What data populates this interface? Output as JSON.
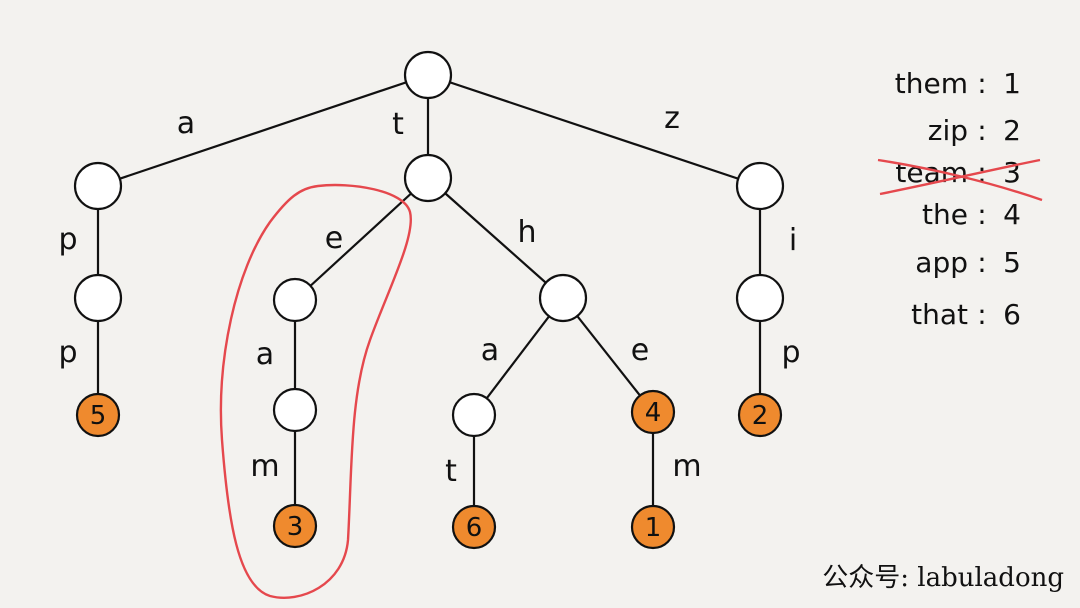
{
  "trie": {
    "edges": [
      {
        "id": "root-a",
        "label": "a"
      },
      {
        "id": "root-t",
        "label": "t"
      },
      {
        "id": "root-z",
        "label": "z"
      },
      {
        "id": "a-p",
        "label": "p"
      },
      {
        "id": "ap-p",
        "label": "p"
      },
      {
        "id": "t-e",
        "label": "e"
      },
      {
        "id": "t-h",
        "label": "h"
      },
      {
        "id": "te-a",
        "label": "a"
      },
      {
        "id": "tea-m",
        "label": "m"
      },
      {
        "id": "th-a",
        "label": "a"
      },
      {
        "id": "th-e",
        "label": "e"
      },
      {
        "id": "tha-t",
        "label": "t"
      },
      {
        "id": "the-m",
        "label": "m"
      },
      {
        "id": "z-i",
        "label": "i"
      },
      {
        "id": "zi-p",
        "label": "p"
      }
    ],
    "terminal_values": {
      "app": "5",
      "team": "3",
      "that": "6",
      "the": "4",
      "them": "1",
      "zip": "2"
    }
  },
  "legend": [
    {
      "word": "them",
      "sep": ":",
      "value": "1",
      "struck": false
    },
    {
      "word": "zip",
      "sep": ":",
      "value": "2",
      "struck": false
    },
    {
      "word": "team",
      "sep": ":",
      "value": "3",
      "struck": true
    },
    {
      "word": "the",
      "sep": ":",
      "value": "4",
      "struck": false
    },
    {
      "word": "app",
      "sep": ":",
      "value": "5",
      "struck": false
    },
    {
      "word": "that",
      "sep": ":",
      "value": "6",
      "struck": false
    }
  ],
  "watermark": "公众号: labuladong",
  "colors": {
    "terminal_fill": "#ef8a2e",
    "highlight": "#e5484d",
    "background": "#f3f2ef"
  }
}
